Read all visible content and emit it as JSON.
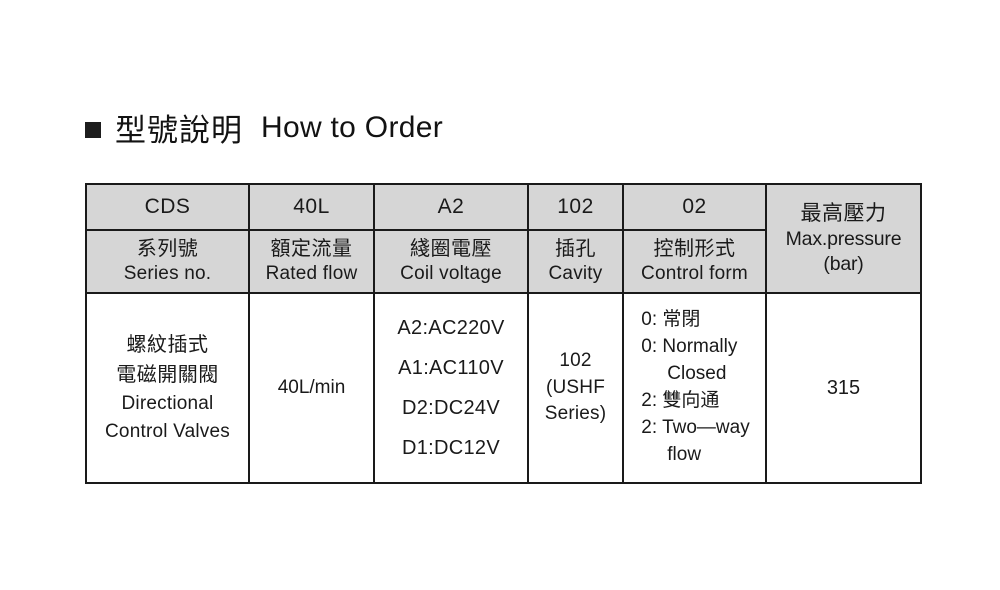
{
  "heading": {
    "bullet": "square-bullet",
    "title_cjk": "型號說明",
    "title_en": "How to Order"
  },
  "table": {
    "code_row": {
      "series": "CDS",
      "flow": "40L",
      "voltage": "A2",
      "cavity": "102",
      "control": "02"
    },
    "label_row": {
      "series_cjk": "系列號",
      "series_en": "Series no.",
      "flow_cjk": "額定流量",
      "flow_en": "Rated flow",
      "voltage_cjk": "綫圈電壓",
      "voltage_en": "Coil voltage",
      "cavity_cjk": "插孔",
      "cavity_en": "Cavity",
      "control_cjk": "控制形式",
      "control_en": "Control form"
    },
    "pressure_header": {
      "cjk": "最高壓力",
      "en": "Max.pressure",
      "unit": "(bar)"
    },
    "body_row": {
      "series_cjk_1": "螺紋插式",
      "series_cjk_2": "電磁開關閥",
      "series_en_1": "Directional",
      "series_en_2": "Control Valves",
      "flow_value": "40L/min",
      "voltage_options": [
        "A2:AC220V",
        "A1:AC110V",
        "D2:DC24V",
        "D1:DC12V"
      ],
      "cavity_code": "102",
      "cavity_series_1": "(USHF",
      "cavity_series_2": "Series)",
      "control_lines": [
        {
          "text": "0: 常閉",
          "indent": false
        },
        {
          "text": "0: Normally",
          "indent": false
        },
        {
          "text": "Closed",
          "indent": true
        },
        {
          "text": "2: 雙向通",
          "indent": false
        },
        {
          "text": "2: Two—way",
          "indent": false
        },
        {
          "text": "flow",
          "indent": true
        }
      ],
      "pressure_value": "315"
    }
  },
  "colors": {
    "header_fill": "#d6d6d6",
    "border": "#1a1a1a",
    "text": "#1a1a1a",
    "page_background": "#ffffff"
  }
}
